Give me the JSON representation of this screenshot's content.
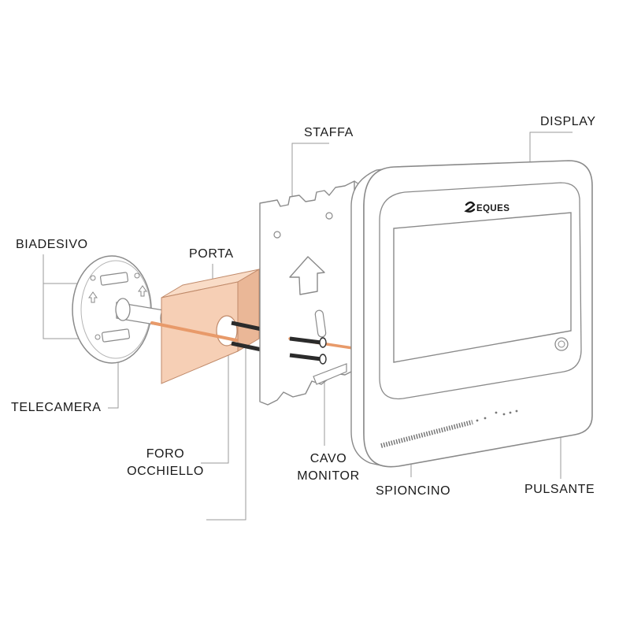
{
  "labels": {
    "staffa": "STAFFA",
    "display": "DISPLAY",
    "biadesivo": "BIADESIVO",
    "porta": "PORTA",
    "telecamera": "TELECAMERA",
    "foro_line1": "FORO",
    "foro_line2": "OCCHIELLO",
    "cavo_line1": "CAVO",
    "cavo_line2": "MONITOR",
    "spioncino": "SPIONCINO",
    "pulsante": "PULSANTE"
  },
  "brand": "EQUES",
  "colors": {
    "outline": "#8a8a8a",
    "leader": "#9a9a9a",
    "wood_front": "#f6cfb5",
    "wood_top": "#f9dcc7",
    "wood_side": "#eab797",
    "cable": "#e89a6a",
    "text": "#1a1a1a"
  }
}
